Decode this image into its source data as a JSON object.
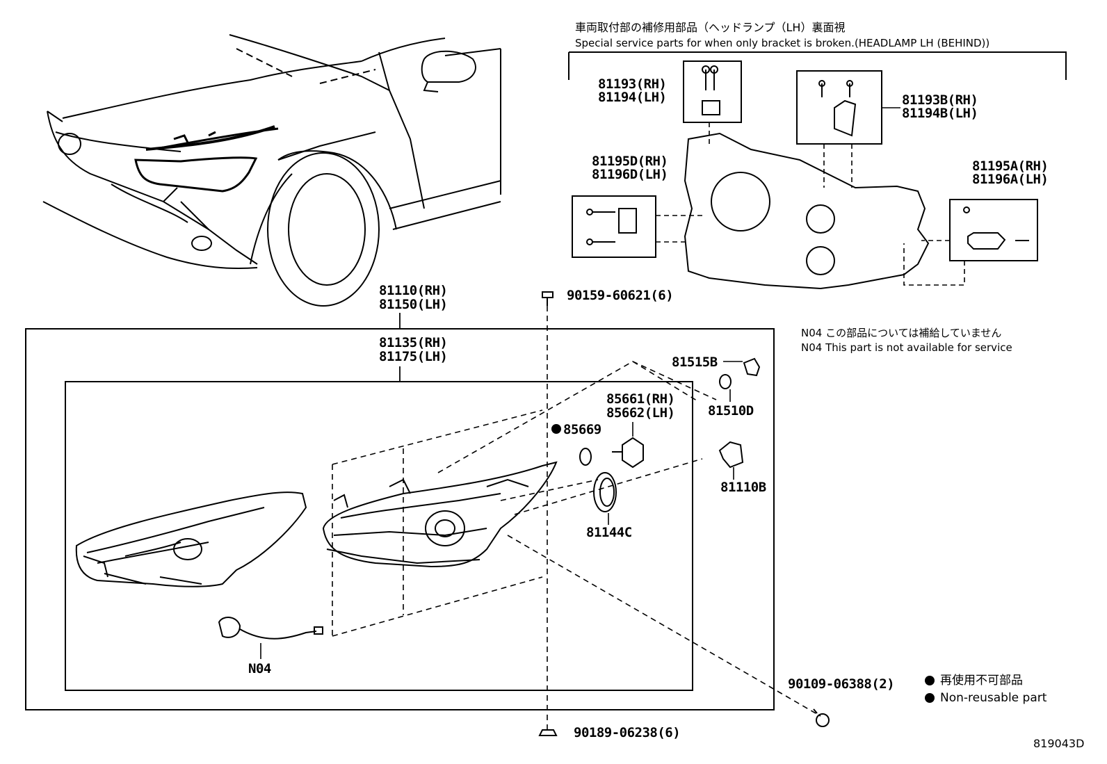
{
  "header": {
    "jp": "車両取付部の補修用部品（ヘッドランプ（LH）裏面視",
    "en": "Special service parts for when only bracket is broken.(HEADLAMP LH (BEHIND))"
  },
  "notes": {
    "n04_jp": "N04 この部品については補給していません",
    "n04_en": "N04 This part is not available for service"
  },
  "legend": {
    "jp": "再使用不可部品",
    "en": "Non-reusable part"
  },
  "labels": {
    "p81193": "81193(RH)",
    "p81194": "81194(LH)",
    "p81193b": "81193B(RH)",
    "p81194b": "81194B(LH)",
    "p81195d": "81195D(RH)",
    "p81196d": "81196D(LH)",
    "p81195a": "81195A(RH)",
    "p81196a": "81196A(LH)",
    "p81110": "81110(RH)",
    "p81150": "81150(LH)",
    "p81135": "81135(RH)",
    "p81175": "81175(LH)",
    "p90159": "90159-60621(6)",
    "p81515b": "81515B",
    "p81510d": "81510D",
    "p85661": "85661(RH)",
    "p85662": "85662(LH)",
    "p85669": "85669",
    "p81110b": "81110B",
    "p81144c": "81144C",
    "n04": "N04",
    "p90109": "90109-06388(2)",
    "p90189": "90189-06238(6)",
    "figure_id": "819043D"
  }
}
